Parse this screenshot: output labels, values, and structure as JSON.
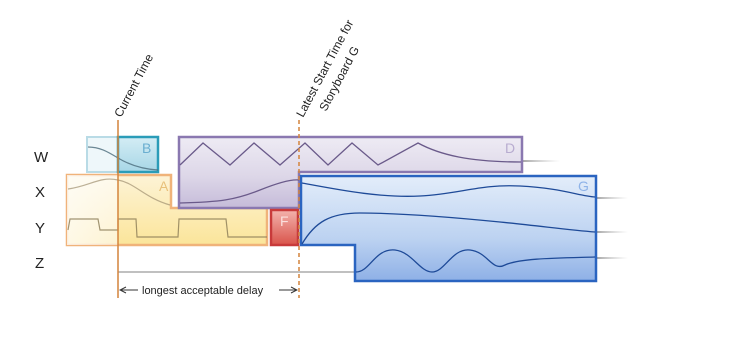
{
  "lanes": [
    "W",
    "X",
    "Y",
    "Z"
  ],
  "markers": {
    "current_time": "Current Time",
    "latest_start_line1": "Latest Start Time for",
    "latest_start_line2": "Storyboard G"
  },
  "blocks": {
    "A": "A",
    "B": "B",
    "D": "D",
    "F": "F",
    "G": "G"
  },
  "delay_label": "longest acceptable delay",
  "colors": {
    "marker_line": "#d4843c",
    "block_a": "#f5d27a",
    "block_b": "#2a9cb8",
    "block_d": "#8a78b0",
    "block_f": "#c83a3a",
    "block_g": "#2a64c0"
  }
}
